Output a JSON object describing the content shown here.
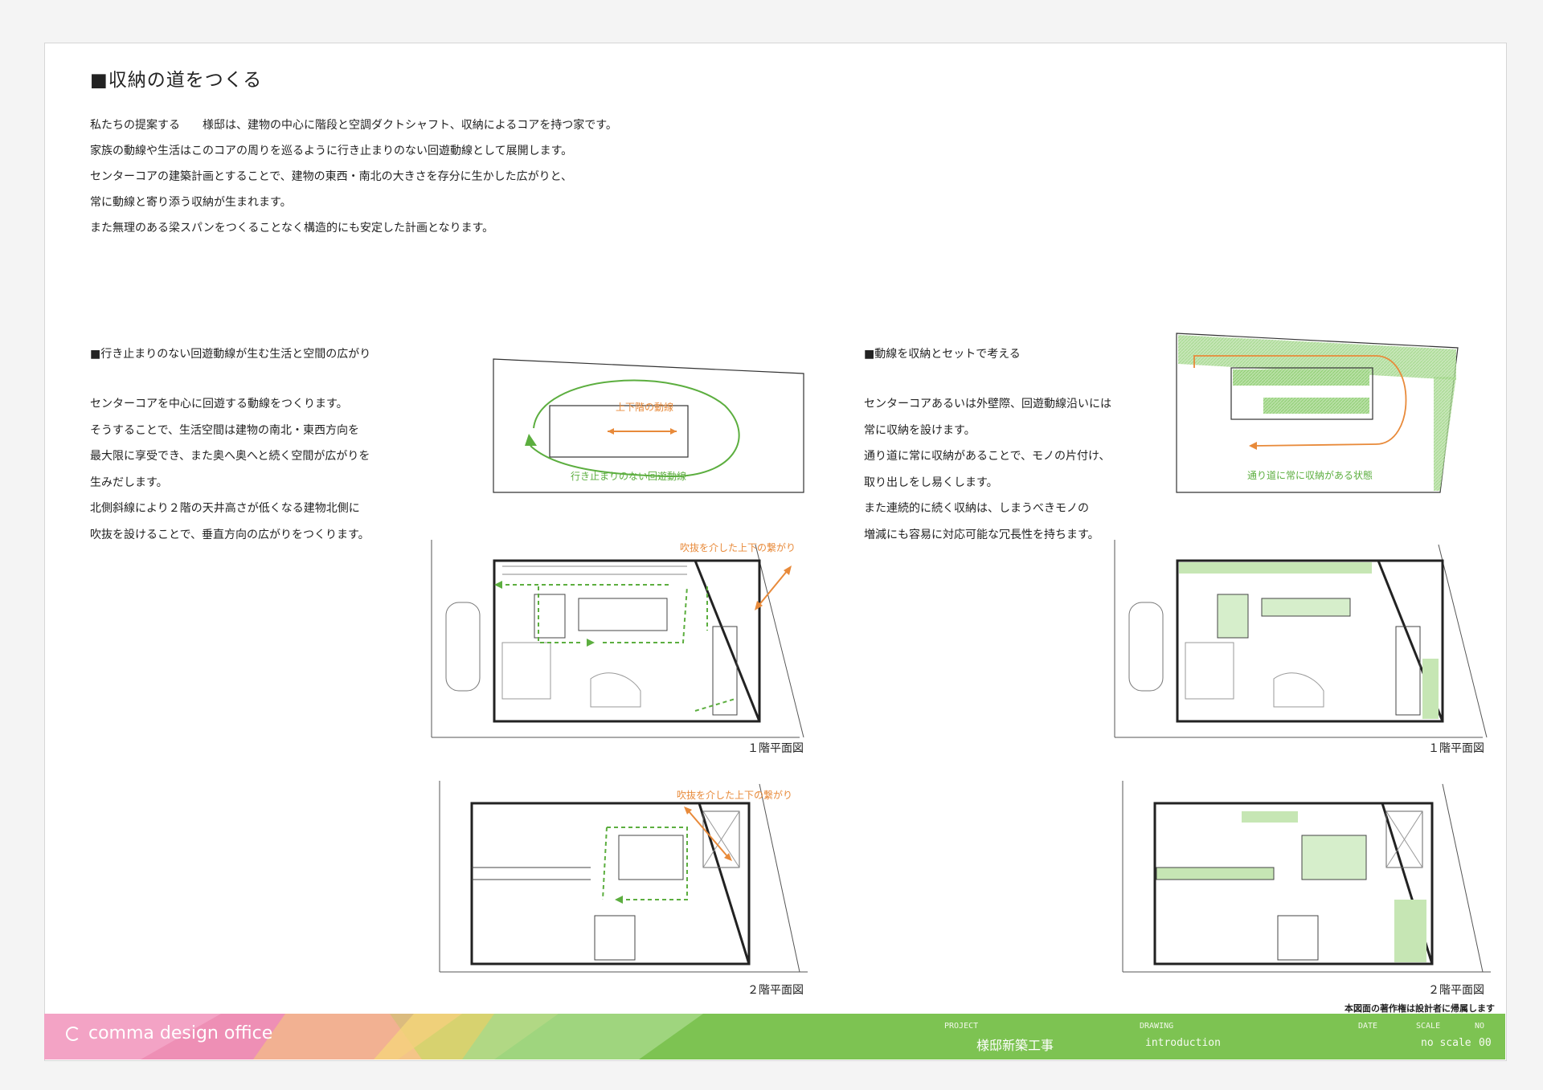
{
  "title": "■収納の道をつくる",
  "intro": [
    "私たちの提案する　　様邸は、建物の中心に階段と空調ダクトシャフト、収納によるコアを持つ家です。",
    "家族の動線や生活はこのコアの周りを巡るように行き止まりのない回遊動線として展開します。",
    "センターコアの建築計画とすることで、建物の東西・南北の大きさを存分に生かした広がりと、",
    "常に動線と寄り添う収納が生まれます。",
    "また無理のある梁スパンをつくることなく構造的にも安定した計画となります。"
  ],
  "left_section": {
    "heading": "■行き止まりのない回遊動線が生む生活と空間の広がり",
    "body": [
      "センターコアを中心に回遊する動線をつくります。",
      "そうすることで、生活空間は建物の南北・東西方向を",
      "最大限に享受でき、また奥へ奥へと続く空間が広がりを",
      "生みだします。",
      "北側斜線により２階の天井高さが低くなる建物北側に",
      "吹抜を設けることで、垂直方向の広がりをつくります。"
    ],
    "diagram_labels": {
      "core": "上下階の動線",
      "loop": "行き止まりのない回遊動線"
    },
    "void_label_1f": "吹抜を介した上下の繋がり",
    "void_label_2f": "吹抜を介した上下の繋がり",
    "plan_1f_label": "１階平面図",
    "plan_2f_label": "２階平面図"
  },
  "right_section": {
    "heading": "■動線を収納とセットで考える",
    "body": [
      "センターコアあるいは外壁際、回遊動線沿いには",
      "常に収納を設けます。",
      "通り道に常に収納があることで、モノの片付け、",
      "取り出しをし易くします。",
      "また連続的に続く収納は、しまうべきモノの",
      "増減にも容易に対応可能な冗長性を持ちます。"
    ],
    "diagram_labels": {
      "path": "通り道に常に収納がある状態"
    },
    "plan_1f_label": "１階平面図",
    "plan_2f_label": "２階平面図"
  },
  "footer": {
    "brand": "comma design office",
    "project_label": "PROJECT",
    "project_value": "様邸新築工事",
    "drawing_label": "DRAWING",
    "drawing_value": "introduction",
    "date_label": "DATE",
    "date_value": "",
    "scale_label": "SCALE",
    "scale_value": "no scale",
    "no_label": "NO",
    "no_value": "00",
    "copyright": "本図面の著作権は設計者に帰属します"
  },
  "colors": {
    "green": "#5cae3f",
    "orange": "#e88a3a",
    "footer_green": "#7dc352",
    "footer_pink": "#ee8fb5"
  }
}
